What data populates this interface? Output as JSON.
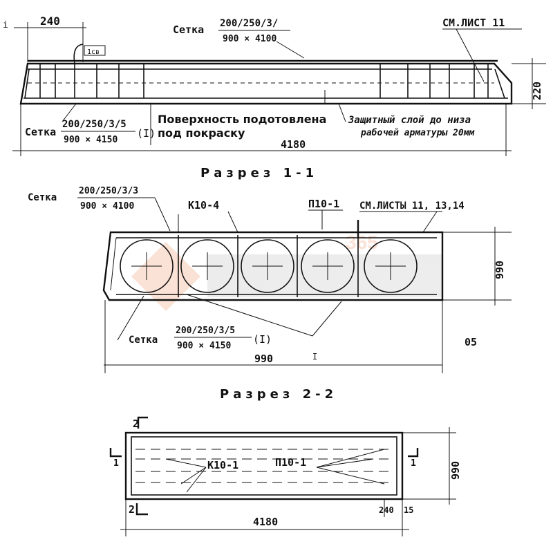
{
  "elevation": {
    "dim_top_left": "240",
    "mesh_top": {
      "prefix": "Сетка",
      "num": "200/250/3/",
      "den": "900 × 4100"
    },
    "sheet_ref": "СМ.ЛИСТ 11",
    "dim_height": "220",
    "mesh_bottom": {
      "prefix": "Сетка",
      "num": "200/250/3/5",
      "den": "900 × 4150",
      "mark": "(I)"
    },
    "note_surface": [
      "Поверхность подотовлена",
      "под покраску"
    ],
    "note_cover": [
      "Защитный слой до низа",
      "рабочей арматуры 20мм"
    ],
    "dim_length": "4180",
    "small_mark": "1св"
  },
  "section11": {
    "title": "Разрез 1-1",
    "mesh_top": {
      "prefix": "Сетка",
      "num": "200/250/3/3",
      "den": "900 × 4100"
    },
    "frame_label": "К10-4",
    "plate_label": "П10-1",
    "sheet_ref": "СМ.ЛИСТЫ 11, 13,14",
    "dim_height": "990",
    "mesh_bottom": {
      "prefix": "Сетка",
      "num": "200/250/3/5",
      "den": "900 × 4150",
      "mark": "(I)"
    },
    "dim_width": "990",
    "extra": "05",
    "cut_mark": "I"
  },
  "section22": {
    "title": "Разрез 2-2",
    "cut_top": "2",
    "cut_bottom": "2",
    "side_mark_left": "1",
    "side_mark_right": "1",
    "frame_label": "К10-1",
    "plate_label": "П10-1",
    "dim_height": "990",
    "dim_length": "4180",
    "dim_end_a": "240",
    "dim_end_b": "15"
  }
}
